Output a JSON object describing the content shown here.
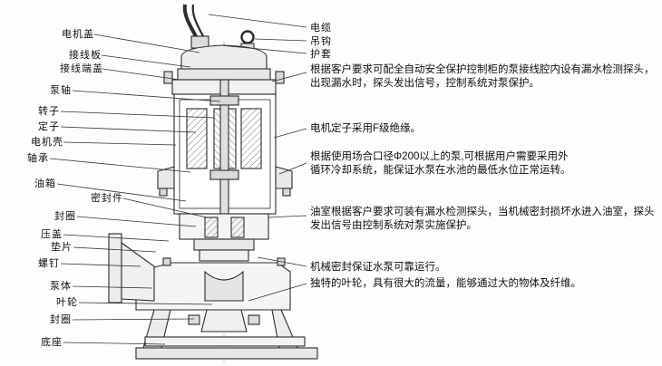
{
  "diagram": {
    "subject": "submersible-sewage-pump-cross-section",
    "colors": {
      "ink": "#2b2b2b",
      "fill_light": "#efefef",
      "leader": "#333333"
    }
  },
  "labels": {
    "left": [
      {
        "text": "电机盖"
      },
      {
        "text": "接线板"
      },
      {
        "text": "接线端盖"
      },
      {
        "text": "泵轴"
      },
      {
        "text": "转子"
      },
      {
        "text": "定子"
      },
      {
        "text": "电机壳"
      },
      {
        "text": "轴承"
      },
      {
        "text": "油箱"
      },
      {
        "text": "密封件"
      },
      {
        "text": "封圈"
      },
      {
        "text": "压盖"
      },
      {
        "text": "垫片"
      },
      {
        "text": "螺钉"
      },
      {
        "text": "泵体"
      },
      {
        "text": "叶轮"
      },
      {
        "text": "封圈"
      },
      {
        "text": "底座"
      }
    ],
    "right": [
      {
        "text": "电缆"
      },
      {
        "text": "吊钩"
      },
      {
        "text": "护套"
      },
      {
        "text": "根据客户要求可配全自动安全保护控制柜的泵接线腔内设有漏水检测探头，出现漏水时，探头发出信号，控制系统对泵保护。"
      },
      {
        "text": "电机定子采用F级绝缘。"
      },
      {
        "text": "根据使用场合口径Φ200以上的泵,可根据用户需要采用外循环冷却系统，能保证水泵在水池的最低水位正常运转。"
      },
      {
        "text": "油室根据客户要求可装有漏水检测探头，当机械密封损坏水进入油室，探头发出信号由控制系统对泵实施保护。"
      },
      {
        "text": "机械密封保证水泵可靠运行。"
      },
      {
        "text": "独特的叶轮，具有很大的流量，能够通过大的物体及纤维。"
      }
    ]
  }
}
